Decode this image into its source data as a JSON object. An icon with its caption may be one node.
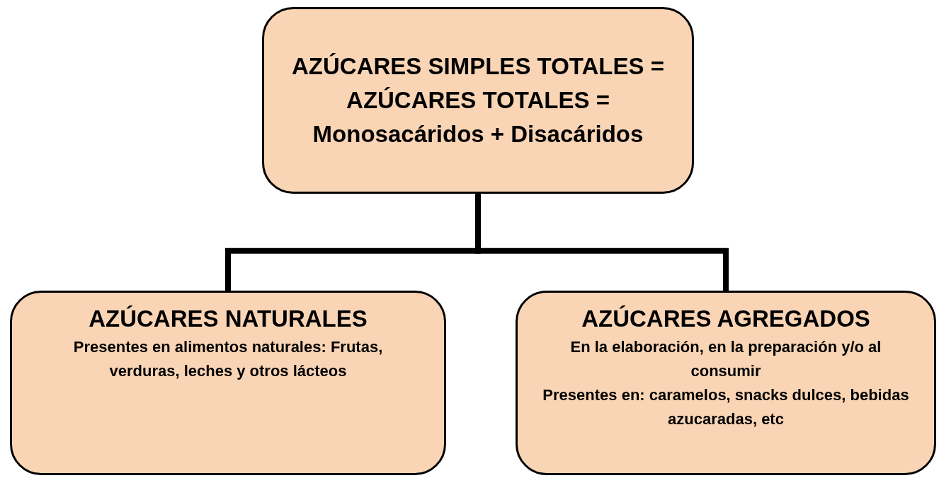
{
  "diagram": {
    "nodes": [
      {
        "text": [
          "AZÚCARES SIMPLES TOTALES = AZÚCARES TOTALES = Monosacáridos + Disacáridos"
        ]
      },
      {
        "text": [
          "AZÚCARES NATURALES",
          "Presentes en alimentos naturales: Frutas, verduras, leches y otros lácteos"
        ]
      },
      {
        "text": [
          "AZÚCARES AGREGADOS",
          "En la elaboración, en la preparación y/o al consumir",
          "Presentes en: caramelos, snacks dulces, bebidas azucaradas, etc"
        ]
      }
    ],
    "edges": [
      {
        "from": 0,
        "to": 1,
        "arrow": "none"
      },
      {
        "from": 0,
        "to": 2,
        "arrow": "none"
      }
    ]
  }
}
